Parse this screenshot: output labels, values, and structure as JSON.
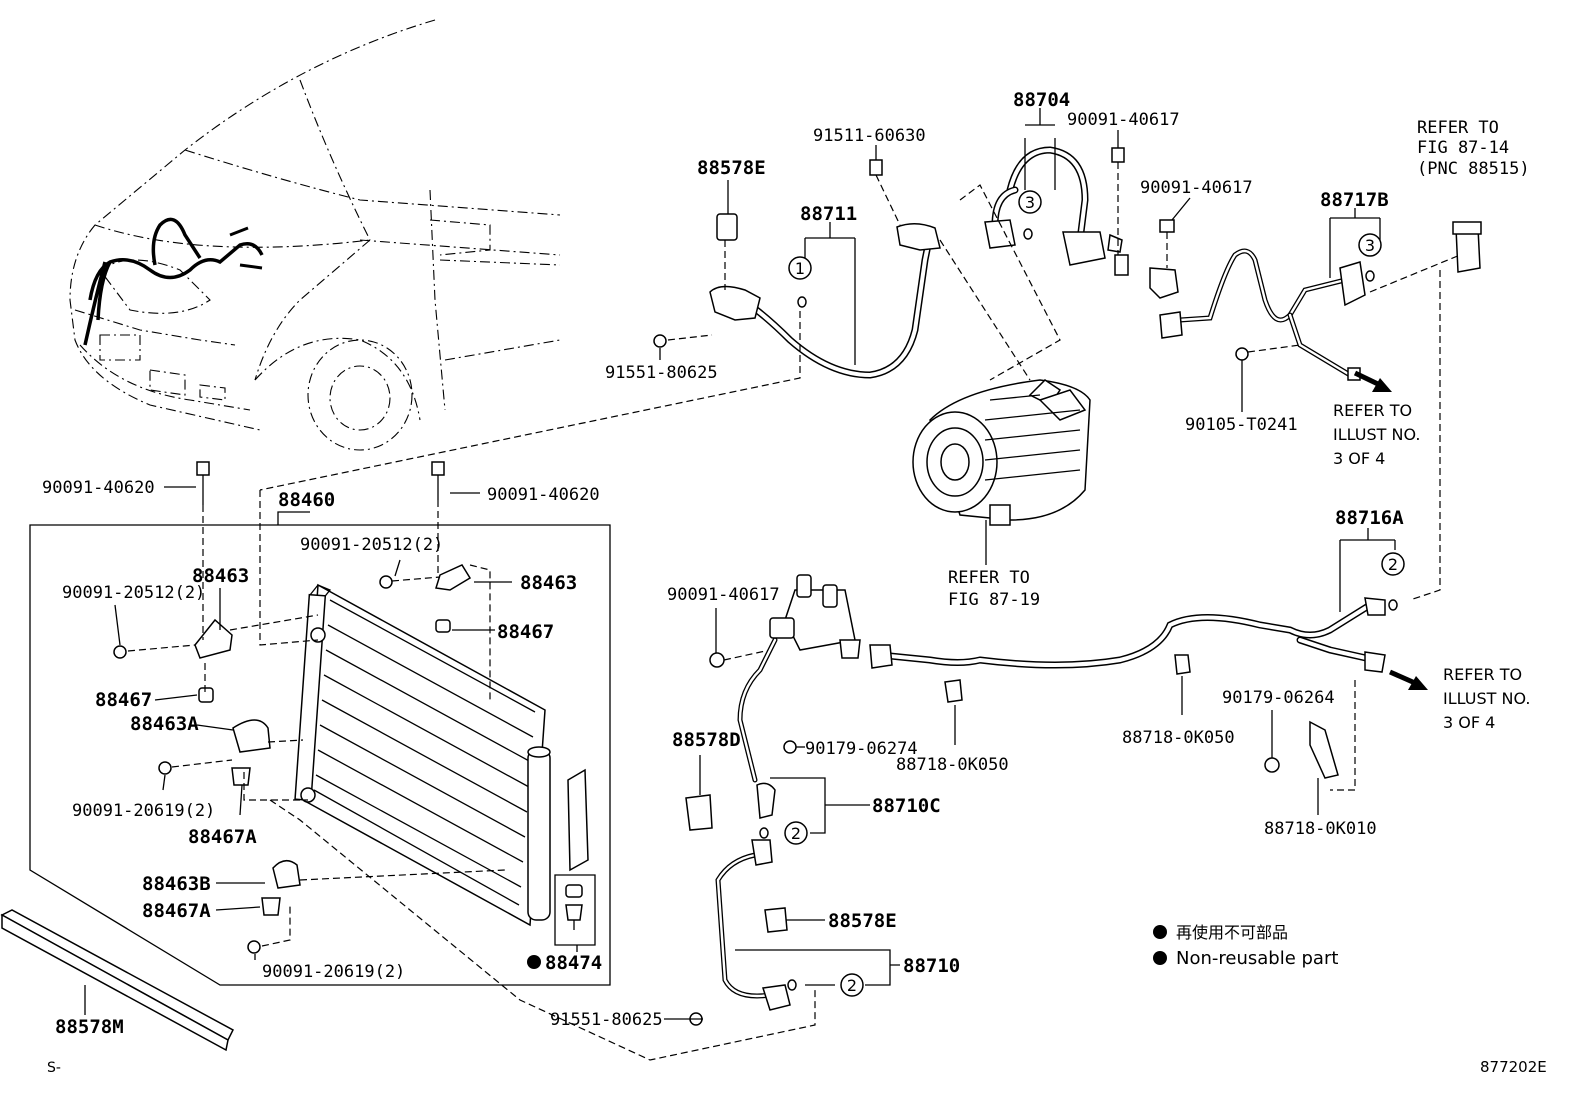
{
  "labels": {
    "p88704": "88704",
    "p90091_40617_a": "90091-40617",
    "p91511_60630": "91511-60630",
    "p88578E_top": "88578E",
    "p88711": "88711",
    "p90091_40617_b": "90091-40617",
    "p88717B": "88717B",
    "p91551_80625_top": "91551-80625",
    "p90105_T0241": "90105-T0241",
    "p90091_40620_left": "90091-40620",
    "p90091_40620_right": "90091-40620",
    "p88460": "88460",
    "p90091_20512_top": "90091-20512(2)",
    "p88463_right": "88463",
    "p88463_left": "88463",
    "p90091_20512_left": "90091-20512(2)",
    "p88467_right": "88467",
    "p88467_left": "88467",
    "p88463A": "88463A",
    "p90091_20619_a": "90091-20619(2)",
    "p88467A_top": "88467A",
    "p88463B": "88463B",
    "p88467A_bottom": "88467A",
    "p90091_20619_b": "90091-20619(2)",
    "p88474": "88474",
    "p88578M": "88578M",
    "p90091_40617_c": "90091-40617",
    "p88578D": "88578D",
    "p90179_06274": "90179-06274",
    "p88710C": "88710C",
    "p88578E_bottom": "88578E",
    "p88710": "88710",
    "p91551_80625_bottom": "91551-80625",
    "p88716A": "88716A",
    "p88718_0K050_a": "88718-0K050",
    "p88718_0K050_b": "88718-0K050",
    "p90179_06264": "90179-06264",
    "p88718_0K010": "88718-0K010"
  },
  "references": {
    "fig_87_14": [
      "REFER TO",
      "FIG 87-14",
      "(PNC 88515)"
    ],
    "fig_87_19": [
      "REFER TO",
      "FIG 87-19"
    ],
    "illust_top": [
      "REFER TO",
      "ILLUST NO.",
      "3 OF 4"
    ],
    "illust_bottom": [
      "REFER TO",
      "ILLUST NO.",
      "3 OF 4"
    ]
  },
  "circle_numbers": {
    "c1": "1",
    "c3_a": "3",
    "c3_b": "3",
    "c2_a": "2",
    "c2_b": "2",
    "c2_c": "2"
  },
  "legend": {
    "chinese": "再使用不可部品",
    "english": "Non-reusable part"
  },
  "footer": {
    "left_code": "S-",
    "figure_code": "877202E"
  }
}
